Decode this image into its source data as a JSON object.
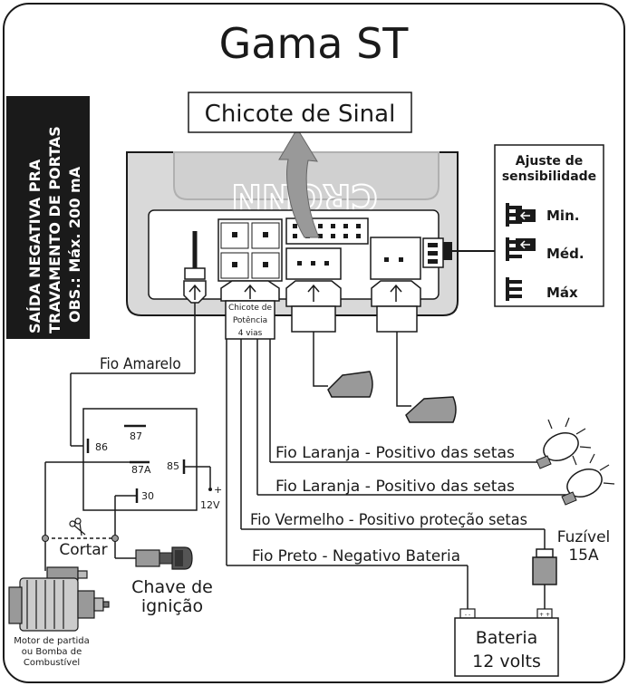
{
  "title": "Gama ST",
  "signal_harness": "Chicote de Sinal",
  "module_logo": "CRONN",
  "side_label": {
    "line1": "SAÍDA NEGATIVA PRA",
    "line2": "TRAVAMENTO DE PORTAS",
    "line3": "OBS.: Máx. 200 mA"
  },
  "sensitivity": {
    "title_line1": "Ajuste de",
    "title_line2": "sensibilidade",
    "min": "Min.",
    "med": "Méd.",
    "max": "Máx"
  },
  "power_harness": {
    "line1": "Chicote de",
    "line2": "Potência",
    "line3": "4 vias"
  },
  "wires": {
    "yellow": "Fio Amarelo",
    "orange1": "Fio Laranja - Positivo das setas",
    "orange2": "Fio Laranja - Positivo das setas",
    "red": "Fio Vermelho - Positivo proteção setas",
    "black": "Fio Preto - Negativo Bateria"
  },
  "relay": {
    "p86": "86",
    "p87": "87",
    "p87a": "87A",
    "p85": "85",
    "p30": "30",
    "plus": "+",
    "v12": "12V"
  },
  "cut": "Cortar",
  "ignition": {
    "line1": "Chave de",
    "line2": "ignição"
  },
  "fuse": {
    "line1": "Fuzível",
    "line2": "15A"
  },
  "battery": {
    "line1": "Bateria",
    "line2": "12 volts",
    "minus": "- -",
    "plus": "+ +"
  },
  "motor": {
    "line1": "Motor de partida",
    "line2": "ou Bomba de",
    "line3": "Combustível"
  },
  "colors": {
    "ink": "#1a1a1a",
    "module_fill": "#d9d9d9",
    "side_box": "#1a1a1a",
    "arrow_fill": "#999999",
    "connector_fill": "#ffffff"
  }
}
